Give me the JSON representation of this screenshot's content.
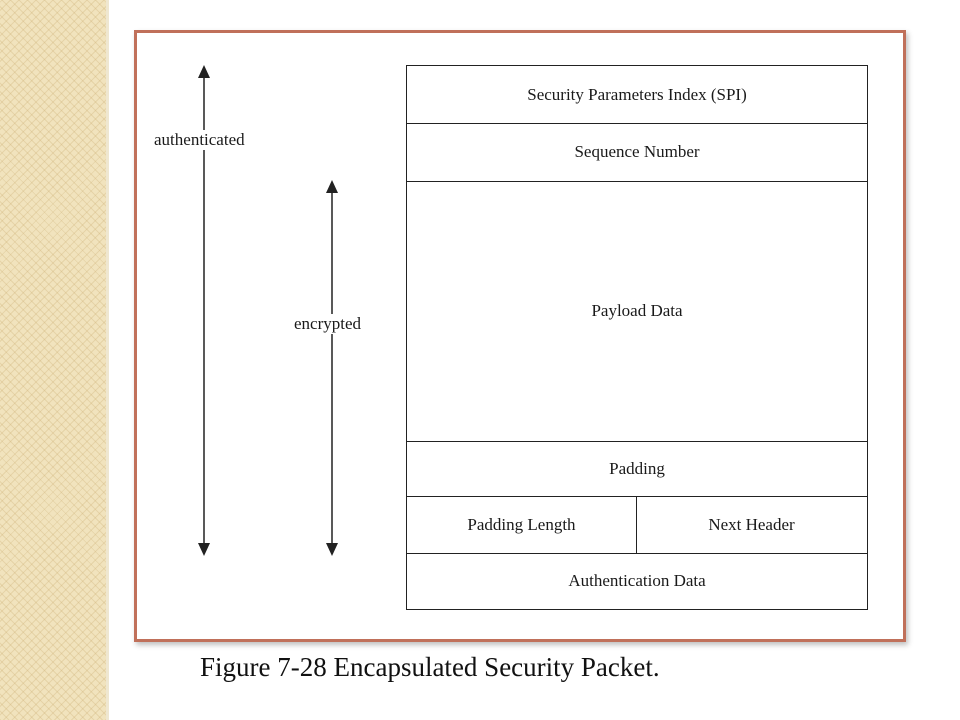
{
  "packet_fields": {
    "spi": "Security Parameters Index (SPI)",
    "sequence_number": "Sequence Number",
    "payload_data": "Payload Data",
    "padding": "Padding",
    "padding_length": "Padding Length",
    "next_header": "Next Header",
    "authentication_data": "Authentication Data"
  },
  "scope_labels": {
    "authenticated": "authenticated",
    "encrypted": "encrypted"
  },
  "caption": "Figure 7-28  Encapsulated Security Packet.",
  "colors": {
    "frame_border": "#c0705a",
    "side_strip": "#f1e3bd",
    "lines": "#222222"
  }
}
